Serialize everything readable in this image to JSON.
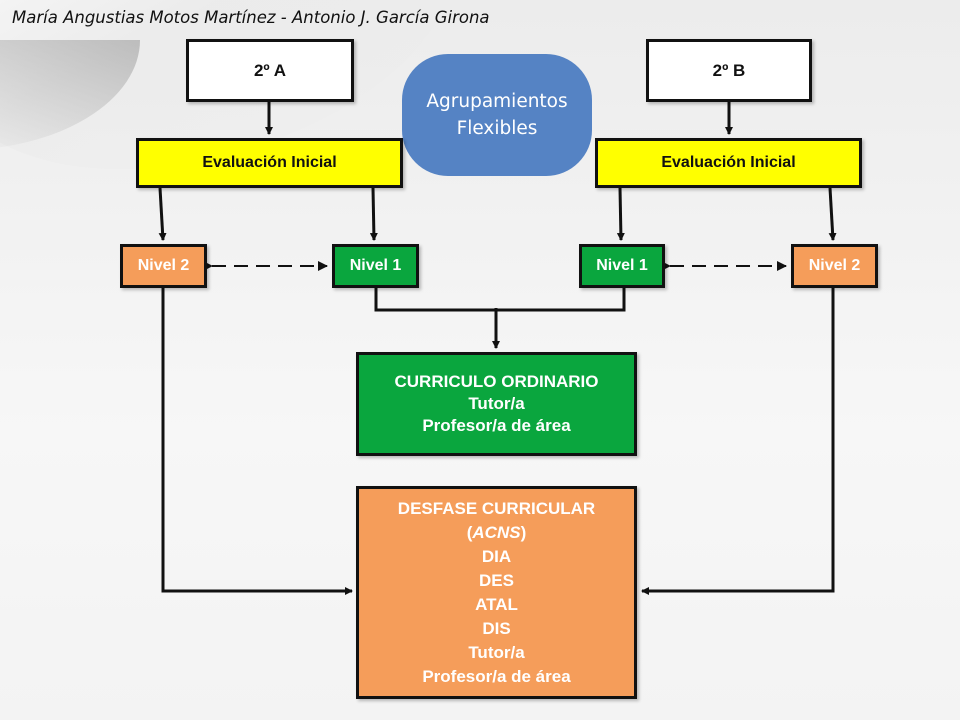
{
  "header": {
    "author": "María Angustias Motos Martínez - Antonio J. García Girona"
  },
  "groups": {
    "a": "2º A",
    "b": "2º B"
  },
  "center_label": {
    "line1": "Agrupamientos",
    "line2": "Flexibles"
  },
  "evaluation": {
    "left": "Evaluación Inicial",
    "right": "Evaluación Inicial"
  },
  "levels": {
    "left_level2": "Nivel 2",
    "left_level1": "Nivel 1",
    "right_level1": "Nivel 1",
    "right_level2": "Nivel 2"
  },
  "ordinary": {
    "title": "CURRICULO ORDINARIO",
    "line1": "Tutor/a",
    "line2": "Profesor/a de área"
  },
  "gap": {
    "title": "DESFASE CURRICULAR",
    "acns_open": "(",
    "acns": "ACNS",
    "acns_close": ")",
    "items": [
      "DIA",
      "DES",
      "ATAL",
      "DIS"
    ],
    "line1": "Tutor/a",
    "line2": "Profesor/a de área"
  },
  "colors": {
    "yellow": "#ffff00",
    "orange": "#f59d5a",
    "green": "#0aa63e",
    "blue": "#5583c4"
  }
}
